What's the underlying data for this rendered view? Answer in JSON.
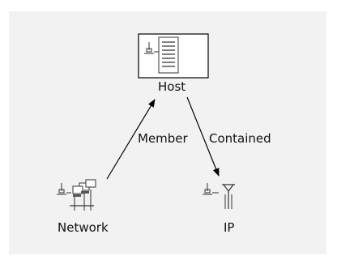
{
  "nodes": {
    "host": {
      "label": "Host",
      "icon": "server-icon",
      "selected": true
    },
    "network": {
      "label": "Network",
      "icon": "network-icon"
    },
    "ip": {
      "label": "IP",
      "icon": "ip-address-icon"
    }
  },
  "edges": [
    {
      "label": "Member",
      "from": "Network",
      "to": "Host"
    },
    {
      "label": "Contained",
      "from": "Host",
      "to": "IP"
    }
  ],
  "colors": {
    "background": "#f2f2f2",
    "line": "#000000",
    "text": "#111111"
  }
}
